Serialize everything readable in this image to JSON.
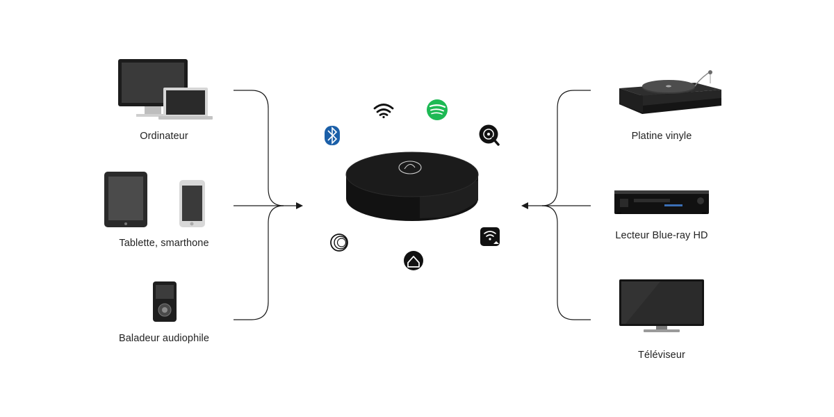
{
  "diagram": {
    "inputs": [
      {
        "label": "Ordinateur",
        "icon": "computer-laptop-icon"
      },
      {
        "label": "Tablette, smarthone",
        "icon": "tablet-smartphone-icon"
      },
      {
        "label": "Baladeur audiophile",
        "icon": "audio-player-icon"
      }
    ],
    "sources": [
      {
        "label": "Platine vinyle",
        "icon": "turntable-icon"
      },
      {
        "label": "Lecteur Blue-ray HD",
        "icon": "bluray-player-icon"
      },
      {
        "label": "Téléviseur",
        "icon": "television-icon"
      }
    ],
    "hub": {
      "icon": "streamer-hub-icon"
    },
    "services": [
      {
        "name": "bluetooth",
        "icon": "bluetooth-icon",
        "color": "#1b5fa8"
      },
      {
        "name": "wifi",
        "icon": "wifi-icon",
        "color": "#111111"
      },
      {
        "name": "spotify",
        "icon": "spotify-icon",
        "color": "#1db954"
      },
      {
        "name": "qobuz",
        "icon": "qobuz-icon",
        "color": "#111111"
      },
      {
        "name": "airplay",
        "icon": "airplay-icon",
        "color": "#111111"
      },
      {
        "name": "home",
        "icon": "home-app-icon",
        "color": "#111111"
      },
      {
        "name": "tidal",
        "icon": "tidal-icon",
        "color": "#111111"
      }
    ]
  }
}
